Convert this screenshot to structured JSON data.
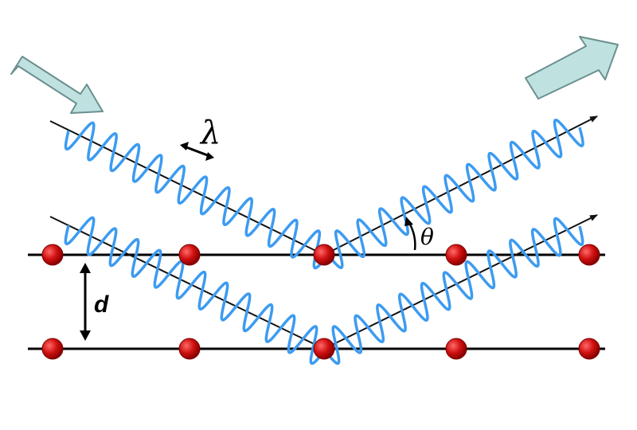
{
  "labels": {
    "wavelength": "λ",
    "angle": "θ",
    "spacing": "d"
  },
  "colors": {
    "background": "#ffffff",
    "wave": "#3d9bf0",
    "ray": "#111111",
    "plane": "#000000",
    "atom_fill": "#cc0c0c",
    "atom_highlight": "#ff5a5a",
    "beam_fill": "#bfe2e0",
    "beam_stroke": "#6b8f8f"
  },
  "icons": {
    "incident_beam": "incident-beam-arrow-icon",
    "diffracted_beam": "diffracted-beam-arrow-icon"
  },
  "lattice": {
    "planes": 2,
    "atoms_per_plane": 5
  }
}
